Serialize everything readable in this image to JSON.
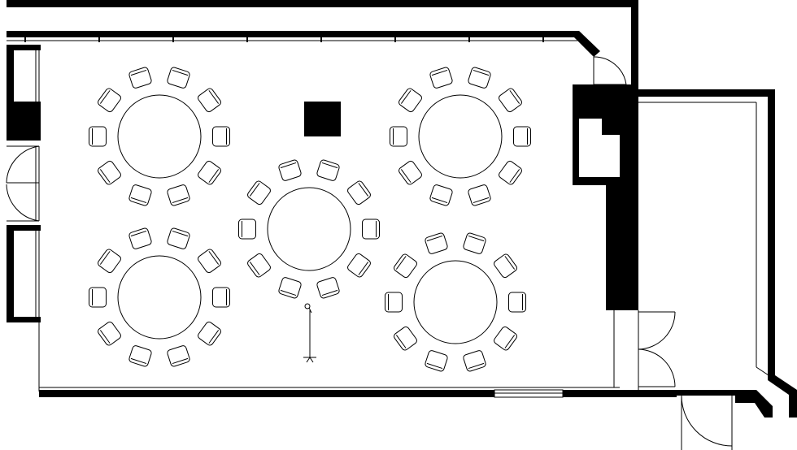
{
  "plan": {
    "kind": "banquet-floor-plan",
    "colors": {
      "wall": "#000000",
      "background": "#ffffff",
      "line": "#000000"
    },
    "round_tables": [
      {
        "id": "table-1",
        "seats": 10
      },
      {
        "id": "table-2",
        "seats": 10
      },
      {
        "id": "table-3",
        "seats": 10
      },
      {
        "id": "table-4",
        "seats": 10
      },
      {
        "id": "table-5",
        "seats": 10
      }
    ],
    "doors": [
      "double-door-left",
      "double-door-right",
      "single-door-bottom",
      "single-door-top-right"
    ],
    "fixtures": [
      "column",
      "microphone-stand"
    ]
  }
}
